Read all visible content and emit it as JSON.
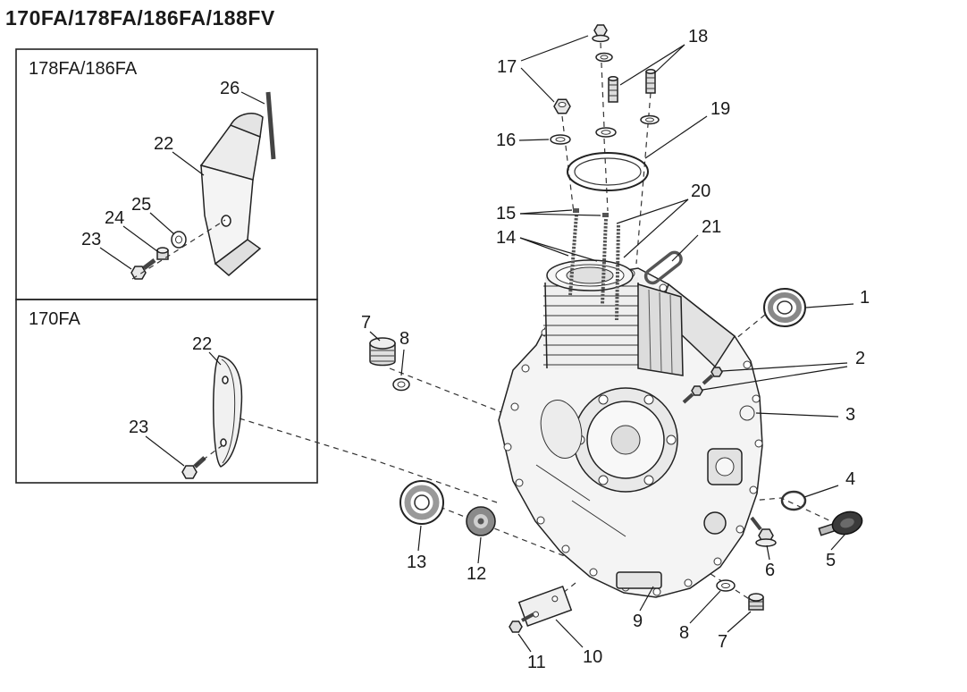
{
  "title": "170FA/178FA/186FA/188FV",
  "insets": [
    {
      "label": "178FA/186FA",
      "callouts": [
        "26",
        "22",
        "25",
        "24",
        "23"
      ]
    },
    {
      "label": "170FA",
      "callouts": [
        "22",
        "23"
      ]
    }
  ],
  "main_callouts": [
    "17",
    "18",
    "16",
    "19",
    "15",
    "14",
    "20",
    "21",
    "1",
    "2",
    "3",
    "7",
    "8",
    "4",
    "5",
    "6",
    "13",
    "12",
    "9",
    "8",
    "7",
    "11",
    "10"
  ]
}
